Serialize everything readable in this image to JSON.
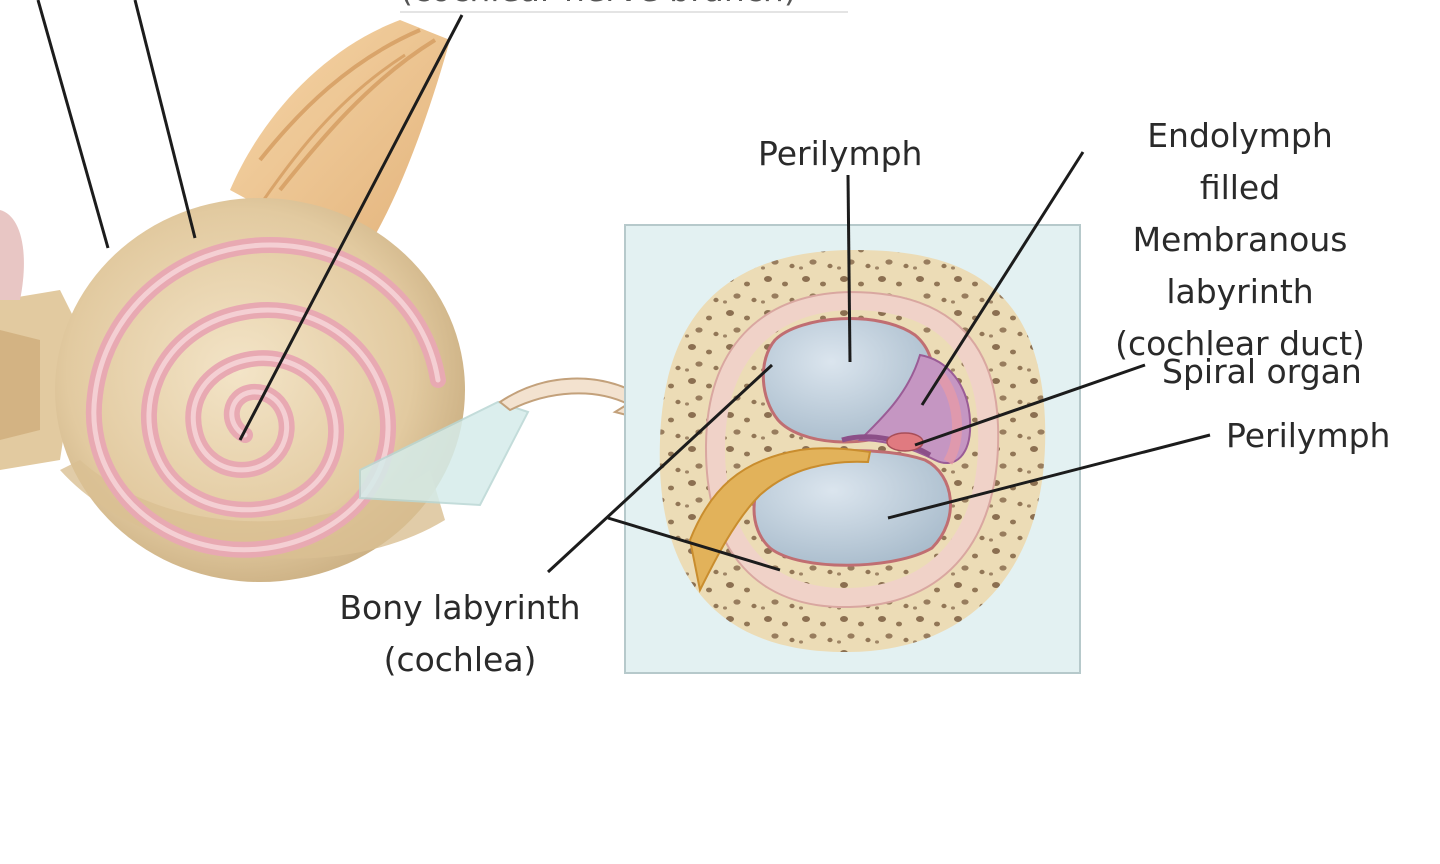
{
  "labels": {
    "top_cut": "(cochlear nerve branch)",
    "perilymph_top": "Perilymph",
    "endolymph_line1": "Endolymph",
    "endolymph_line2": "filled",
    "endolymph_line3": "Membranous",
    "endolymph_line4": "labyrinth",
    "endolymph_line5": "(cochlear duct)",
    "spiral_organ": "Spiral organ",
    "perilymph_low": "Perilymph",
    "bony_line1": "Bony labyrinth",
    "bony_line2": "(cochlea)"
  },
  "colors": {
    "bone": "#e8d5b0",
    "bone_spot": "#6b4a2e",
    "stripe": "#e8a9b2",
    "fluid": "#bccbd8",
    "membrane": "#c596c2",
    "nerve": "#e2b25a",
    "panel": "#e3f1f2",
    "leader": "#1c1c1c"
  }
}
